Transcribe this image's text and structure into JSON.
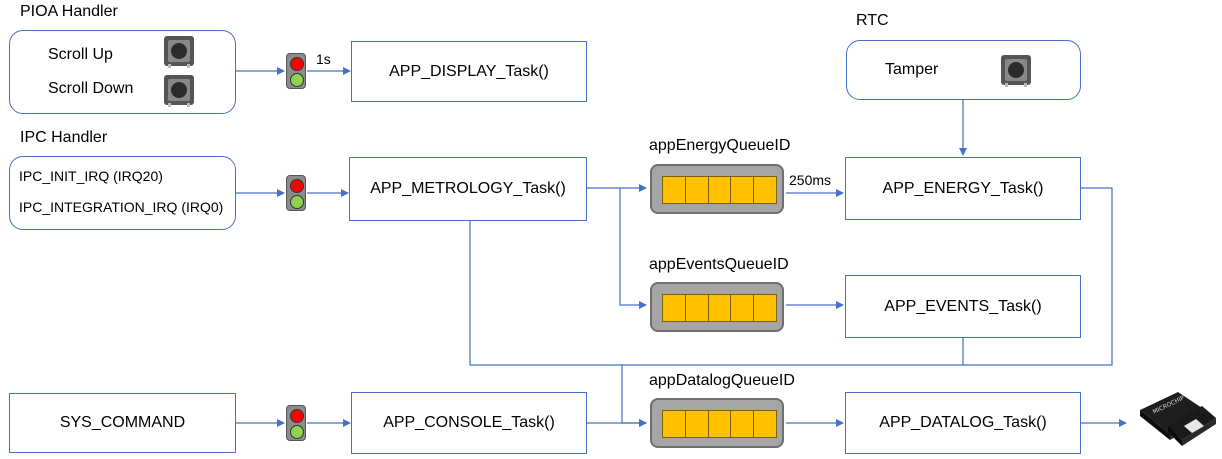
{
  "pioa": {
    "title": "PIOA Handler",
    "scroll_up": "Scroll Up",
    "scroll_down": "Scroll Down"
  },
  "ipc": {
    "title": "IPC Handler",
    "init_irq": "IPC_INIT_IRQ (IRQ20)",
    "integration_irq": "IPC_INTEGRATION_IRQ (IRQ0)"
  },
  "rtc": {
    "title": "RTC",
    "tamper": "Tamper"
  },
  "sys_command": "SYS_COMMAND",
  "tasks": {
    "display": "APP_DISPLAY_Task()",
    "metrology": "APP_METROLOGY_Task()",
    "energy": "APP_ENERGY_Task()",
    "events": "APP_EVENTS_Task()",
    "console": "APP_CONSOLE_Task()",
    "datalog": "APP_DATALOG_Task()"
  },
  "queues": {
    "energy": "appEnergyQueueID",
    "events": "appEventsQueueID",
    "datalog": "appDatalogQueueID"
  },
  "timers": {
    "display": "1s",
    "energy": "250ms"
  },
  "chip_text": "MICROCHIP",
  "colors": {
    "line": "#4472c4",
    "box_border": "#4472c4",
    "queue_slot": "#ffc000",
    "queue_body": "#a5a5a5"
  }
}
